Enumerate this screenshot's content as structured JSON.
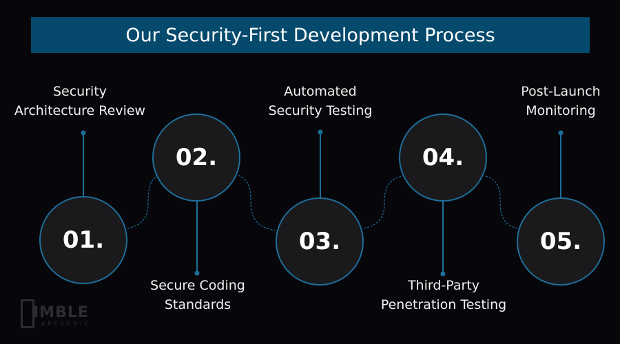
{
  "header": {
    "title": "Our Security-First Development Process"
  },
  "steps": [
    {
      "number": "01.",
      "label_line1": "Security",
      "label_line2": "Architecture Review",
      "label_position": "above"
    },
    {
      "number": "02.",
      "label_line1": "Secure Coding",
      "label_line2": "Standards",
      "label_position": "below"
    },
    {
      "number": "03.",
      "label_line1": "Automated",
      "label_line2": "Security Testing",
      "label_position": "above"
    },
    {
      "number": "04.",
      "label_line1": "Third-Party",
      "label_line2": "Penetration Testing",
      "label_position": "below"
    },
    {
      "number": "05.",
      "label_line1": "Post-Launch",
      "label_line2": "Monitoring",
      "label_position": "above"
    }
  ],
  "logo": {
    "name": "IMBLE",
    "tagline": "APPGENIE"
  },
  "colors": {
    "background": "#07070b",
    "title_bar": "#054a6c",
    "accent": "#1f6e9a",
    "circle_fill": "#1a1a1c"
  }
}
